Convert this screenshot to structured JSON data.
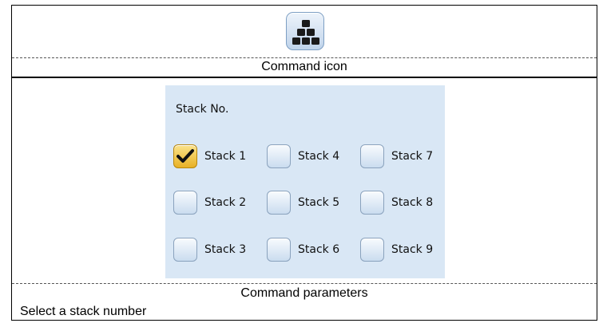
{
  "command_icon": {
    "icon": "stack-pyramid-icon",
    "caption": "Command icon"
  },
  "parameters": {
    "title": "Stack No.",
    "items": [
      {
        "label": "Stack 1",
        "checked": true
      },
      {
        "label": "Stack 2",
        "checked": false
      },
      {
        "label": "Stack 3",
        "checked": false
      },
      {
        "label": "Stack 4",
        "checked": false
      },
      {
        "label": "Stack 5",
        "checked": false
      },
      {
        "label": "Stack 6",
        "checked": false
      },
      {
        "label": "Stack 7",
        "checked": false
      },
      {
        "label": "Stack 8",
        "checked": false
      },
      {
        "label": "Stack 9",
        "checked": false
      }
    ],
    "caption": "Command parameters",
    "hint": "Select a stack number"
  },
  "colors": {
    "panel_bg": "#d9e7f5",
    "checked_fill": "#f0c040",
    "checkbox_border": "#8aa2bd"
  }
}
